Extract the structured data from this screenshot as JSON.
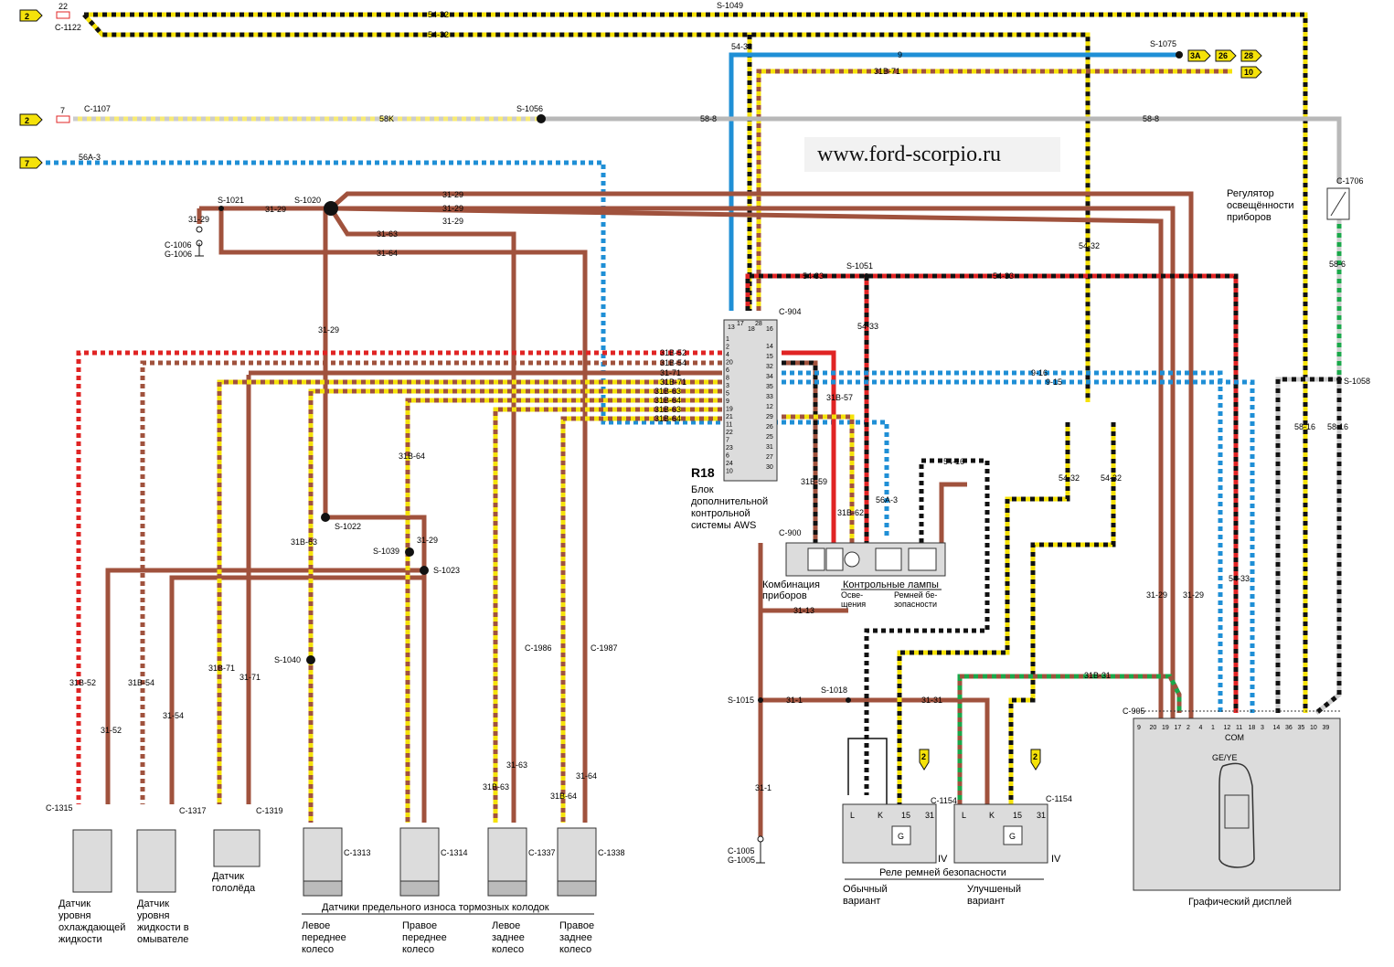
{
  "site": "www.ford-scorpio.ru",
  "colors": {
    "brown": "#a0523d",
    "red": "#e02424",
    "yellow": "#f5e20a",
    "black": "#111111",
    "blue": "#1f8fd6",
    "gray": "#b8b8b8",
    "green": "#1aa84a",
    "lightyellow": "#f7ea74"
  },
  "top_inputs": [
    {
      "tag": "2",
      "fuse": "22",
      "connector": "C-1122"
    },
    {
      "tag": "2",
      "fuse": "7",
      "connector": "C-1107"
    },
    {
      "tag": "7",
      "wire": "56A-3"
    }
  ],
  "splices": [
    "S-1049",
    "S-1075",
    "S-1056",
    "S-1021",
    "S-1020",
    "S-1051",
    "S-1058",
    "S-1022",
    "S-1039",
    "S-1023",
    "S-1040",
    "S-1015",
    "S-1018"
  ],
  "wires": [
    "54-32",
    "9",
    "31B-71",
    "58K",
    "58-8",
    "56A-3",
    "31-29",
    "31-63",
    "31-64",
    "54-33",
    "58-6",
    "58-16",
    "31B-52",
    "31B-54",
    "31-71",
    "31B-63",
    "31B-64",
    "9-16",
    "9-15",
    "31B-57",
    "31B-59",
    "31B-62",
    "54-16",
    "31-13",
    "31-1",
    "31-31",
    "31B-31",
    "31-52",
    "31-54",
    "54-32"
  ],
  "right_tags": [
    "3A",
    "26",
    "28",
    "10"
  ],
  "module": {
    "id": "R18",
    "connector": "C-904",
    "name_lines": [
      "Блок",
      "дополнительной",
      "контрольной",
      "системы AWS"
    ],
    "top_pins": [
      "13",
      "17",
      "18",
      "28",
      "16"
    ],
    "left_pins": [
      "1",
      "2",
      "4",
      "20",
      "6",
      "8",
      "3",
      "5",
      "9",
      "19",
      "21",
      "11",
      "22",
      "7",
      "23",
      "6",
      "24",
      "10"
    ],
    "right_pins": [
      "14",
      "15",
      "32",
      "34",
      "35",
      "33",
      "12",
      "29",
      "26",
      "25",
      "31",
      "27",
      "30"
    ]
  },
  "cluster": {
    "connector": "C-900",
    "title_lines": [
      "Комбинация",
      "приборов"
    ],
    "lamps_title": "Контрольные лампы",
    "lamp1_lines": [
      "Осве-",
      "щения"
    ],
    "lamp2_lines": [
      "Ремней бе-",
      "зопасности"
    ]
  },
  "dimmer": {
    "connector": "C-1706",
    "lines": [
      "Регулятор",
      "освещённости",
      "приборов"
    ]
  },
  "sensors": [
    {
      "connector": "C-1315",
      "lines": [
        "Датчик",
        "уровня",
        "охлаждающей",
        "жидкости"
      ]
    },
    {
      "connector": "C-1317",
      "lines": [
        "Датчик",
        "уровня",
        "жидкости в",
        "омывателе"
      ]
    },
    {
      "connector": "C-1319",
      "lines": [
        "Датчик",
        "гололёда"
      ]
    }
  ],
  "brakes": {
    "title": "Датчики предельного износа тормозных колодок",
    "connectors": [
      "C-1313",
      "C-1314",
      "C-1337",
      "C-1338"
    ],
    "labels": [
      [
        "Левое",
        "переднее",
        "колесо"
      ],
      [
        "Правое",
        "переднее",
        "колесо"
      ],
      [
        "Левое",
        "заднее",
        "колесо"
      ],
      [
        "Правое",
        "заднее",
        "колесо"
      ]
    ],
    "inline": [
      "C-1986",
      "C-1987"
    ]
  },
  "relays": {
    "title": "Реле ремней безопасности",
    "connector": "C-1154",
    "pins": [
      "L",
      "K",
      "15",
      "31"
    ],
    "roman": "IV",
    "tag": "2",
    "variants": [
      [
        "Обычный",
        "вариант"
      ],
      [
        "Улучшеный",
        "вариант"
      ]
    ]
  },
  "ground": [
    {
      "connectors": [
        "C-1006",
        "G-1006"
      ]
    },
    {
      "connectors": [
        "C-1005",
        "G-1005"
      ]
    }
  ],
  "display": {
    "connector": "C-905",
    "name": "Графический дисплей",
    "pins": [
      "9",
      "20",
      "19",
      "17",
      "2",
      "4",
      "1",
      "12",
      "11",
      "18",
      "3",
      "14",
      "36",
      "35",
      "10",
      "39"
    ],
    "com": "COM",
    "geye": "GE/YE"
  }
}
